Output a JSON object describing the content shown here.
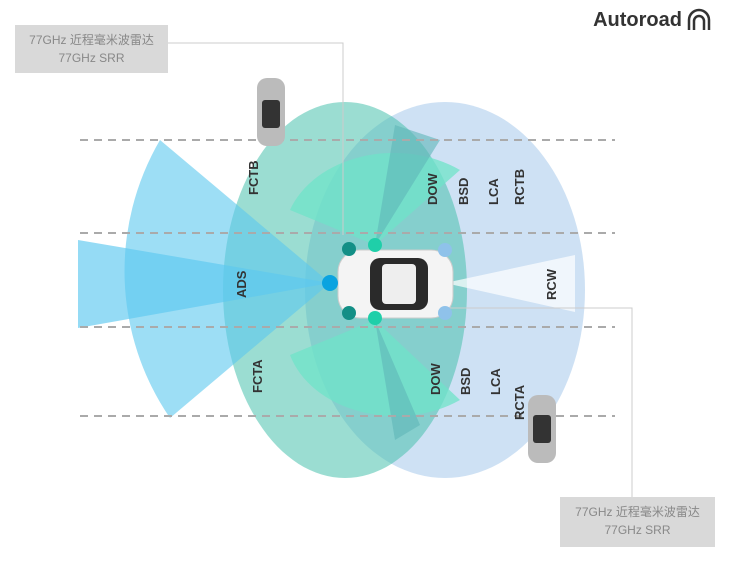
{
  "brand": {
    "name": "Autoroad"
  },
  "callouts": [
    {
      "line1": "77GHz 近程毫米波雷达",
      "line2": "77GHz SRR"
    },
    {
      "line1": "77GHz 近程毫米波雷达",
      "line2": "77GHz SRR"
    }
  ],
  "zones": {
    "fctb": "FCTB",
    "fcta": "FCTA",
    "ads": "ADS",
    "dow_top": "DOW",
    "bsd_top": "BSD",
    "lca_top": "LCA",
    "rctb": "RCTB",
    "dow_bottom": "DOW",
    "bsd_bottom": "BSD",
    "lca_bottom": "LCA",
    "rcta": "RCTA",
    "rcw": "RCW"
  },
  "colors": {
    "front_cone": "#5cc8ef",
    "teal": "#48c1ad",
    "mint": "#6fe3c8",
    "rear_blue": "#c6dcf2",
    "sensor_dark": "#138f86",
    "sensor_light": "#1fcfa9",
    "sensor_blue": "#0aa3e0",
    "sensor_rear": "#8fc2ea"
  }
}
